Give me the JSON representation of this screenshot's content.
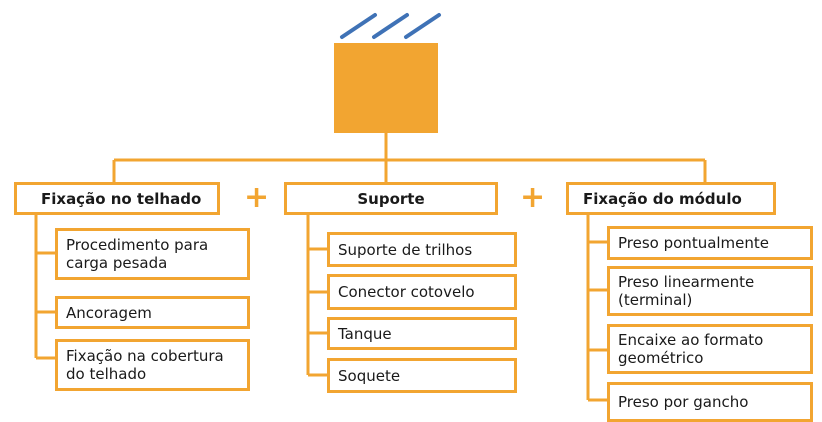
{
  "diagram": {
    "colors": {
      "accent": "#f2a531",
      "panel_lines": "#3f72b6",
      "text": "#1a1a1a"
    },
    "icon": "solar-panel-icon",
    "columns": [
      {
        "header": "Fixação no telhado",
        "items": [
          "Procedimento para carga pesada",
          "Ancoragem",
          "Fixação na cobertura do telhado"
        ]
      },
      {
        "header": "Suporte",
        "items": [
          "Suporte de trilhos",
          "Conector cotovelo",
          "Tanque",
          "Soquete"
        ]
      },
      {
        "header": "Fixação do módulo",
        "items": [
          "Preso pontualmente",
          "Preso linearmente (terminal)",
          "Encaixe ao formato geométrico",
          "Preso por gancho"
        ]
      }
    ],
    "operators": [
      "+",
      "+"
    ]
  }
}
